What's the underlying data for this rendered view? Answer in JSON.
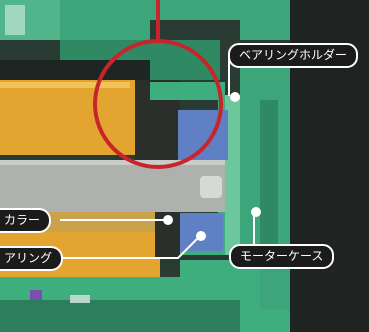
{
  "labels": {
    "bearing_holder": "ベアリングホルダー",
    "collar": "カラー",
    "bearing": "アリング",
    "motor_case": "モーターケース"
  },
  "colors": {
    "background": "#222826",
    "green_housing": "#3fae7e",
    "yellow_part": "#e3a430",
    "shaft": "#aeb1ae",
    "blue_bearing": "#5f80c4",
    "highlight_circle": "#c8242b",
    "label_fill": "#1b1b1b",
    "label_text": "#ffffff"
  }
}
